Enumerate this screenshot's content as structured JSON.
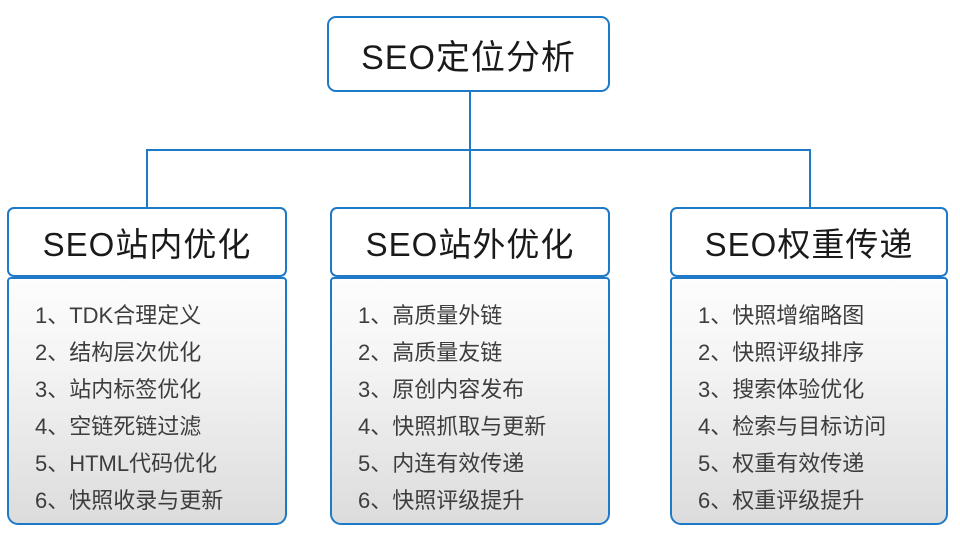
{
  "diagram": {
    "root": {
      "label": "SEO定位分析"
    },
    "branches": [
      {
        "title": "SEO站内优化",
        "items": [
          "1、TDK合理定义",
          "2、结构层次优化",
          "3、站内标签优化",
          "4、空链死链过滤",
          "5、HTML代码优化",
          "6、快照收录与更新"
        ]
      },
      {
        "title": "SEO站外优化",
        "items": [
          "1、高质量外链",
          "2、高质量友链",
          "3、原创内容发布",
          "4、快照抓取与更新",
          "5、内连有效传递",
          "6、快照评级提升"
        ]
      },
      {
        "title": "SEO权重传递",
        "items": [
          "1、快照增缩略图",
          "2、快照评级排序",
          "3、搜索体验优化",
          "4、检索与目标访问",
          "5、权重有效传递",
          "6、权重评级提升"
        ]
      }
    ]
  },
  "colors": {
    "accent_blue": "#1e7ac8",
    "header_text": "#1a1a1a",
    "list_text": "#3d3d3d",
    "list_bg_top": "#fdfdfd",
    "list_bg_bottom": "#dcdcdc"
  }
}
